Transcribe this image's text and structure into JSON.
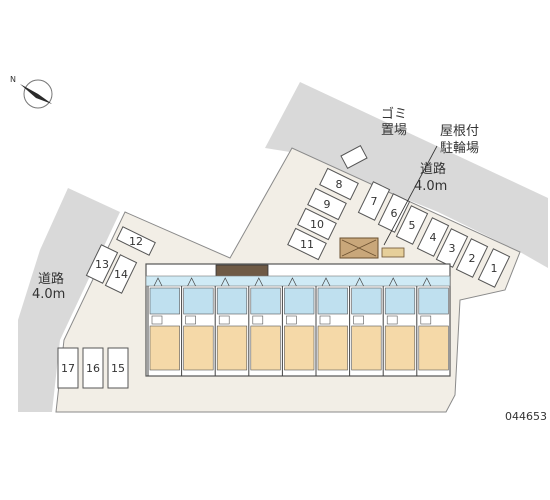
{
  "labels": {
    "garbage": [
      "ゴミ",
      "置場"
    ],
    "bike": [
      "屋根付",
      "駐輪場"
    ],
    "road_top": [
      "道路",
      "4.0m"
    ],
    "road_left": [
      "道路",
      "4.0m"
    ],
    "code": "044653"
  },
  "parking": [
    {
      "id": "p1",
      "label": "1"
    },
    {
      "id": "p2",
      "label": "2"
    },
    {
      "id": "p3",
      "label": "3"
    },
    {
      "id": "p4",
      "label": "4"
    },
    {
      "id": "p5",
      "label": "5"
    },
    {
      "id": "p6",
      "label": "6"
    },
    {
      "id": "p7",
      "label": "7"
    },
    {
      "id": "p8",
      "label": "8"
    },
    {
      "id": "p9",
      "label": "9"
    },
    {
      "id": "p10",
      "label": "10"
    },
    {
      "id": "p11",
      "label": "11"
    },
    {
      "id": "p12",
      "label": "12"
    },
    {
      "id": "p13",
      "label": "13"
    },
    {
      "id": "p14",
      "label": "14"
    },
    {
      "id": "p15",
      "label": "15"
    },
    {
      "id": "p16",
      "label": "16"
    },
    {
      "id": "p17",
      "label": "17"
    }
  ],
  "colors": {
    "road": "#d9d9d9",
    "site": "#f2eee6",
    "unit_room": "#f5d9a8",
    "unit_wet": "#bfe0ef",
    "bike_shelter": "#c9a77a",
    "wall": "#555555"
  },
  "icons": {
    "compass": "compass-icon"
  }
}
